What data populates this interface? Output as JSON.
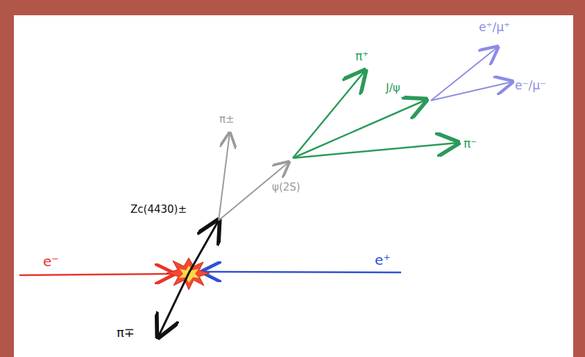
{
  "diagram": {
    "labels": [
      "e⁻",
      "e⁺",
      "π∓",
      "Zc(4430)±",
      "π±",
      "ψ(2S)",
      "π⁺",
      "J/ψ",
      "π⁻",
      "e⁺/μ⁺",
      "e⁻/μ⁻"
    ]
  }
}
